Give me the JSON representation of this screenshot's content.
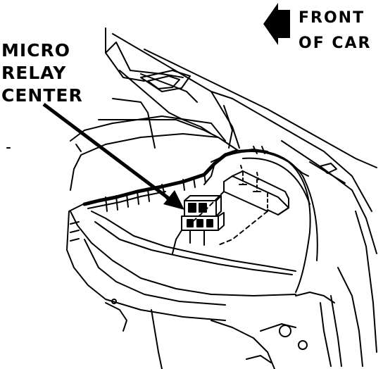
{
  "callout": {
    "line1": "MICRO",
    "line2": "RELAY",
    "line3": "CENTER"
  },
  "orientation": {
    "line1": "FRONT",
    "line2": "OF CAR"
  },
  "colors": {
    "ink": "#000000",
    "paper": "#ffffff"
  }
}
